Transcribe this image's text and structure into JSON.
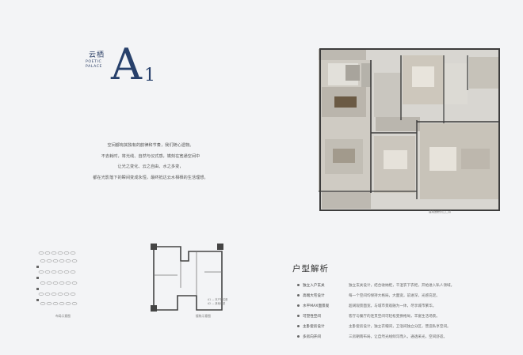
{
  "brand": {
    "name_cn": "云栖",
    "name_en": "POETIC PALACE"
  },
  "unit": {
    "letter": "A",
    "number": "1"
  },
  "description": [
    "空间都有其独有的韵律和节奏，我们随心遗物。",
    "不去耗时，将光线、自然与仪式感，镌刻在宽通空间中",
    "让光之变化、云之自由、水之多变，",
    "都在光影落下的瞬间变成永恒，最终抵达云水相栖的生活理想。"
  ],
  "floorplan": {
    "caption": "建筑面积约□□㎡"
  },
  "analysis": {
    "title": "户型解析",
    "features": [
      {
        "name": "独立入户玄关",
        "text": "独立玄关设计，结合收纳柜，干湿衣下衣柜，开始进入私人领域。"
      },
      {
        "name": "高端大宅设计",
        "text": "每一个空间均保持大格局，大面宽，前进深，光感充足。"
      },
      {
        "name": "水平MAX面景观",
        "text": "超阔观景面宽，与城市景观融为一体，尽享城市繁华。"
      },
      {
        "name": "可塑性空间",
        "text": "客厅与餐厅的连贯空间可轻松变换格局，丰富生活场景。"
      },
      {
        "name": "主卧套房设计",
        "text": "主卧套房设计，独立衣帽间，卫浴间独立分区，营造私享空间。"
      },
      {
        "name": "多房向开间",
        "text": "三房朝南布局，让自然光线倾泻而入，通透采光，空间舒适。"
      }
    ]
  },
  "bottom": {
    "left_label": "布局示意图",
    "mid_label": "楼栋示意图",
    "legend": [
      "A1 — 本户型位置",
      "A2 — 其他户型"
    ]
  },
  "colors": {
    "accent": "#27406b",
    "background": "#f3f4f6"
  }
}
